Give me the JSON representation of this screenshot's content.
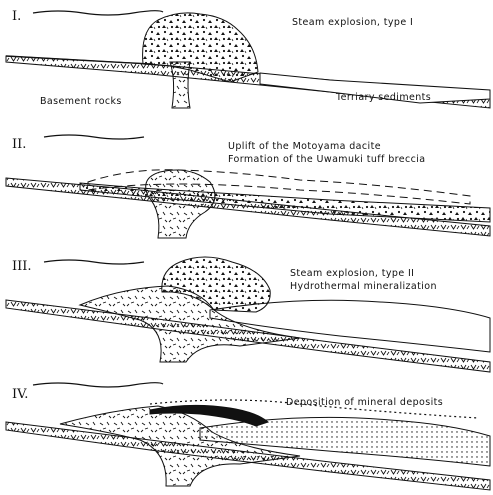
{
  "stages": [
    {
      "number": "I.",
      "caption_lines": [
        "Steam explosion, type I"
      ],
      "labels": {
        "basement": "Basement rocks",
        "tertiary": "Terriary sediments"
      }
    },
    {
      "number": "II.",
      "caption_lines": [
        "Uplift of the Motoyama dacite",
        "Formation of the Uwamuki tuff breccia"
      ]
    },
    {
      "number": "III.",
      "caption_lines": [
        "Steam explosion, type II",
        "Hydrothermal mineralization"
      ]
    },
    {
      "number": "IV.",
      "caption_lines": [
        "Deposition of mineral deposits"
      ]
    }
  ],
  "colors": {
    "ink": "#111111",
    "paper": "#ffffff"
  }
}
